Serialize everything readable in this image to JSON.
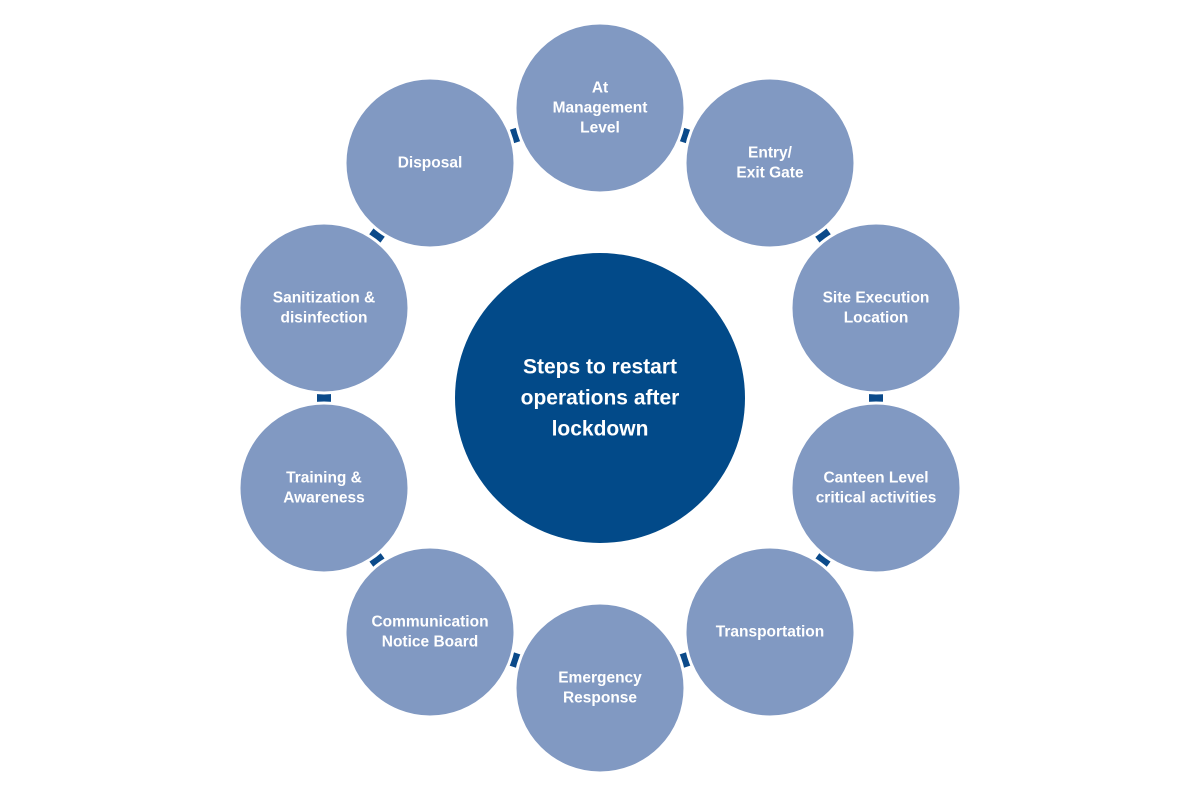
{
  "colors": {
    "ring": "#0b4a8a",
    "node": "#8199c2",
    "node_border": "#ffffff",
    "center": "#024a89",
    "text": "#ffffff"
  },
  "center": {
    "lines": [
      "Steps to restart",
      "operations after",
      "lockdown"
    ]
  },
  "nodes": [
    {
      "id": "at-management-level",
      "lines": [
        "At",
        "Management",
        "Level"
      ]
    },
    {
      "id": "entry-exit-gate",
      "lines": [
        "Entry/",
        "Exit Gate"
      ]
    },
    {
      "id": "site-execution-location",
      "lines": [
        "Site Execution",
        "Location"
      ]
    },
    {
      "id": "canteen-level",
      "lines": [
        "Canteen Level",
        "critical activities"
      ]
    },
    {
      "id": "transportation",
      "lines": [
        "Transportation"
      ]
    },
    {
      "id": "emergency-response",
      "lines": [
        "Emergency",
        "Response"
      ]
    },
    {
      "id": "communication-notice-board",
      "lines": [
        "Communication",
        "Notice Board"
      ]
    },
    {
      "id": "training-awareness",
      "lines": [
        "Training &",
        "Awareness"
      ]
    },
    {
      "id": "sanitization-disinfection",
      "lines": [
        "Sanitization &",
        "disinfection"
      ]
    },
    {
      "id": "disposal",
      "lines": [
        "Disposal"
      ]
    }
  ]
}
